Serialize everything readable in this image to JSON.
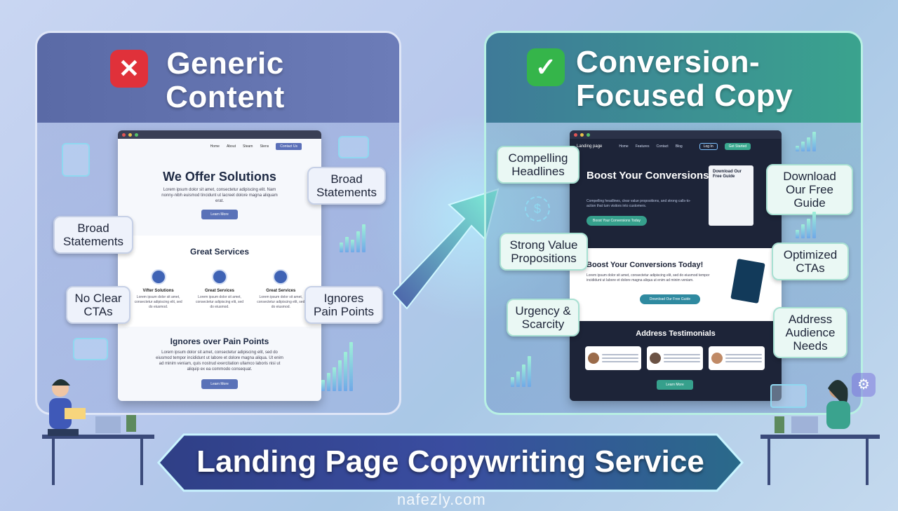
{
  "left_panel": {
    "title": "Generic Content",
    "badge_icon": "x-icon",
    "mockup": {
      "nav": [
        "Home",
        "About",
        "Steam",
        "Stens",
        "Contact Us"
      ],
      "hero_title": "We Offer Solutions",
      "hero_text": "Lorem ipsum dolor sit amet, consectetur adipiscing elit. Nam nonny-nibh euismod tincidunt ut lacreet dolore magna aliquam erat.",
      "hero_button": "Learn More",
      "services_title": "Great Services",
      "services": [
        {
          "title": "Vifter Solutions",
          "text": "Lorem ipsum dolor sit amet, consectetur adipiscing elit, sed do eiusmod."
        },
        {
          "title": "Great Services",
          "text": "Lorem ipsum dolor sit amet, consectetur adipiscing elit, sed do eiusmod."
        },
        {
          "title": "Great Services",
          "text": "Lorem ipsum dolor sit amet, consectetur adipiscing elit, sed do eiusmod."
        }
      ],
      "bottom_title": "Ignores over Pain Points",
      "bottom_text": "Lorem ipsum dolor sit amet, consectetur adipiscing elit, sed do eiusmod tempor incididunt ut labore et dolore magna aliqua. Ut enim ad minim veniam, quis nostrud exercitation ullamco laboris nisi ut aliquip ex ea commodo consequat.",
      "bottom_button": "Learn More"
    },
    "callouts": {
      "broad_statements_top": "Broad Statements",
      "broad_statements_left": "Broad Statements",
      "no_clear_ctas": "No Clear CTAs",
      "ignores_pain_points": "Ignores Pain Points"
    }
  },
  "right_panel": {
    "title": "Conversion-Focused Copy",
    "badge_icon": "check-icon",
    "mockup": {
      "logo": "Landing page",
      "nav": [
        "Home",
        "Features",
        "Contact",
        "Blog"
      ],
      "login": "Log In",
      "signup": "Get Started",
      "hero_title": "Boost Your Conversions Today!",
      "hero_text": "Compelling headlines, clear value propositions, and strong calls-to-action that turn visitors into customers.",
      "hero_button": "Boost Your Conversions Today",
      "guide_card": "Download Our Free Guide",
      "mid_title": "Boost Your Conversions Today!",
      "mid_text": "Lorem ipsum dolor sit amet, consectetur adipiscing elit, sed do eiusmod tempor incididunt ut labore et dolore magna aliqua ut enim ad minim veniam.",
      "mid_button": "Download Our Free Guide",
      "testimonials_title": "Address Testimonials",
      "bottom_button": "Learn More"
    },
    "callouts": {
      "compelling_headlines": "Compelling Headlines",
      "download_guide": "Download Our Free Guide",
      "strong_value": "Strong Value Propositions",
      "optimized_ctas": "Optimized CTAs",
      "urgency": "Urgency & Scarcity",
      "address_needs": "Address Audience Needs"
    }
  },
  "banner": {
    "title": "Landing Page Copywriting Service"
  },
  "watermark": "nafezly.com",
  "colors": {
    "cross_red": "#e0313a",
    "check_green": "#35b54a",
    "left_header": "#5a6aa6",
    "right_header": "#3aa38e"
  }
}
